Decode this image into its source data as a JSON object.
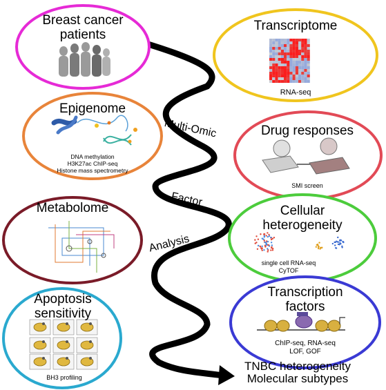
{
  "nodes": {
    "patients": {
      "title": [
        "Breast cancer",
        "patients"
      ],
      "color": "#e62ad6"
    },
    "transcriptome": {
      "title": [
        "Transcriptome"
      ],
      "method": [
        "RNA-seq"
      ],
      "color": "#f0c51e"
    },
    "epigenome": {
      "title": [
        "Epigenome"
      ],
      "method": [
        "DNA methylation",
        "H3K27ac ChIP-seq",
        "Histone mass spectrometry"
      ],
      "color": "#e8843a"
    },
    "drug": {
      "title": [
        "Drug responses"
      ],
      "method": [
        "SMI screen"
      ],
      "color": "#e24a56"
    },
    "metabolome": {
      "title": [
        "Metabolome"
      ],
      "color": "#7a1b28"
    },
    "cellular": {
      "title": [
        "Cellular",
        "heterogeneity"
      ],
      "method": [
        "single cell RNA-seq",
        "CyTOF"
      ],
      "color": "#4ccc3c"
    },
    "apoptosis": {
      "title": [
        "Apoptosis",
        "sensitivity"
      ],
      "method": [
        "BH3 profiling"
      ],
      "color": "#2aa9cf"
    },
    "tf": {
      "title": [
        "Transcription",
        "factors"
      ],
      "method": [
        "ChIP-seq, RNA-seq",
        "LOF, GOF"
      ],
      "color": "#3a3ad4"
    }
  },
  "flow_labels": [
    "Multi-Omic",
    "Factor",
    "Analysis"
  ],
  "outcome": [
    "TNBC heterogeneity",
    "Molecular subtypes"
  ]
}
